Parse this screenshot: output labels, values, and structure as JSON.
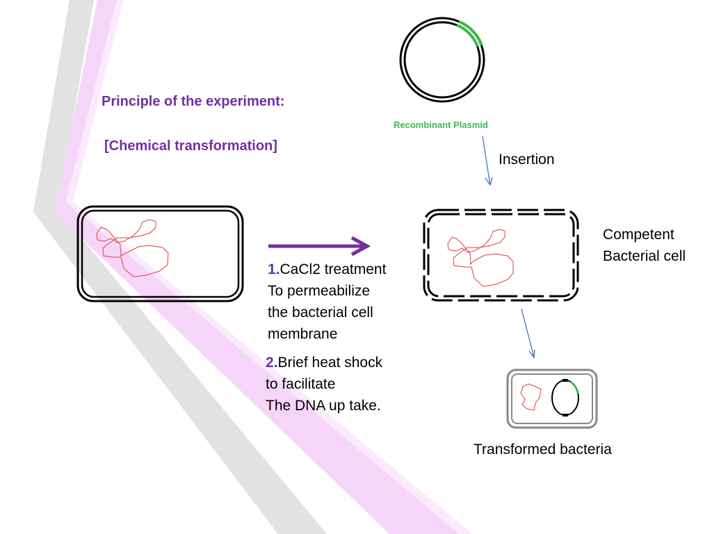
{
  "title": "Principle of the experiment:",
  "subtitle": "[Chemical transformation]",
  "plasmid_label": "Recombinant Plasmid",
  "insertion_label": "Insertion",
  "competent_label": [
    "Competent",
    "Bacterial cell"
  ],
  "step1": {
    "number": "1.",
    "lines": [
      "CaCl2  treatment",
      "To permeabilize",
      "the bacterial cell",
      "membrane"
    ]
  },
  "step2": {
    "number": "2.",
    "lines": [
      "Brief heat  shock",
      "to facilitate",
      "The DNA up take."
    ]
  },
  "transformed_label": "Transformed bacteria",
  "colors": {
    "accent": "#7030a0",
    "plasmid_insert": "#3cb94a",
    "dna": "#e03c3c",
    "arrow": "#4472c4"
  }
}
